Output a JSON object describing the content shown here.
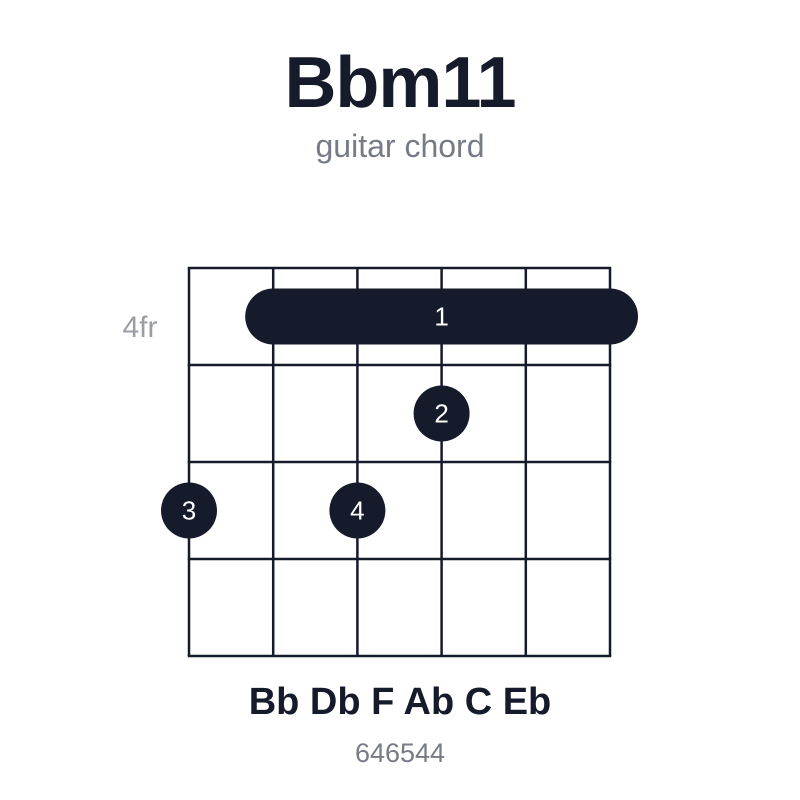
{
  "chord": {
    "name": "Bbm11",
    "subtitle": "guitar chord",
    "notes": "Bb Db F Ab C Eb",
    "fingering": "646544",
    "base_fret_label": "4fr"
  },
  "diagram": {
    "strings": 6,
    "frets": 4,
    "barre": {
      "fret": 1,
      "from_string": 2,
      "to_string": 6,
      "finger": "1"
    },
    "dots": [
      {
        "string": 4,
        "fret": 2,
        "finger": "2"
      },
      {
        "string": 1,
        "fret": 3,
        "finger": "3"
      },
      {
        "string": 3,
        "fret": 3,
        "finger": "4"
      }
    ]
  },
  "colors": {
    "ink": "#161b2b",
    "muted": "#777b85",
    "dot_text": "#ffffff"
  }
}
